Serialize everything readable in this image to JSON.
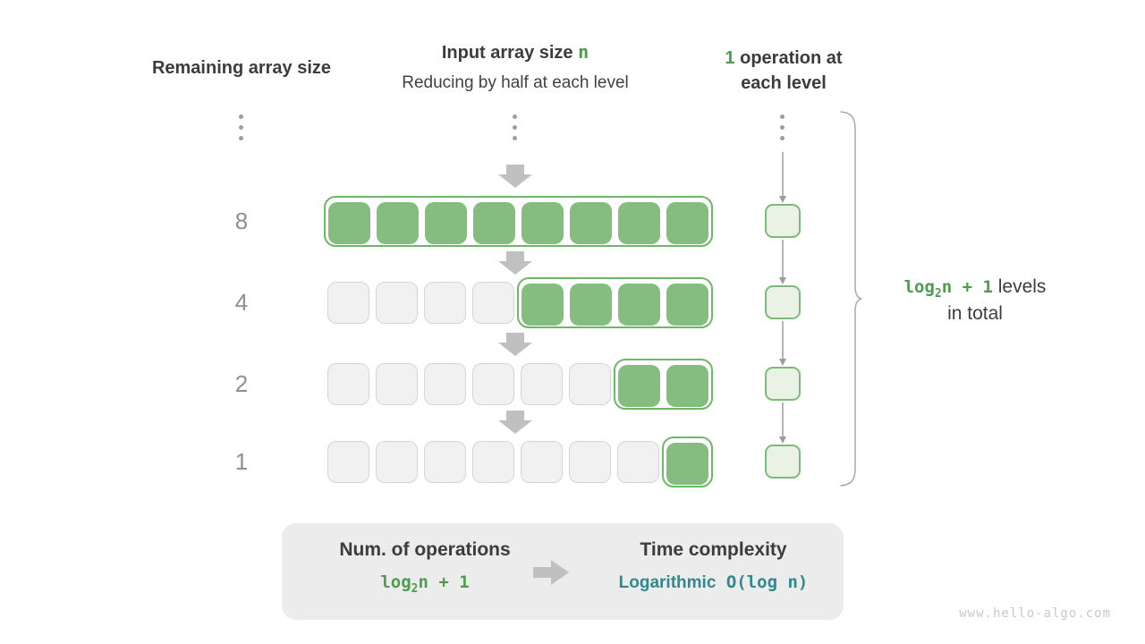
{
  "headers": {
    "left": "Remaining array size",
    "center_line1_prefix": "Input array size ",
    "center_line1_n": "n",
    "center_line2": "Reducing by half at each level",
    "right_num": "1",
    "right_line1_rest": " operation at",
    "right_line2": "each level"
  },
  "rows": [
    {
      "label": "8",
      "total": 8,
      "active": 8
    },
    {
      "label": "4",
      "total": 8,
      "active": 4
    },
    {
      "label": "2",
      "total": 8,
      "active": 2
    },
    {
      "label": "1",
      "total": 8,
      "active": 1
    }
  ],
  "brace_label": {
    "formula_prefix": "log",
    "formula_sub": "2",
    "formula_suffix": "n + 1",
    "rest_line1": "  levels",
    "line2": "in total"
  },
  "summary": {
    "left_title": "Num. of operations",
    "left_formula_prefix": "log",
    "left_formula_sub": "2",
    "left_formula_suffix": "n + 1",
    "right_title": "Time complexity",
    "right_value_word": "Logarithmic",
    "right_value_big_o": " O(log n)"
  },
  "watermark": "www.hello-algo.com",
  "icons": {
    "down_arrow": "down-arrow-icon",
    "right_arrow": "right-arrow-icon",
    "ellipsis": "vertical-ellipsis-icon",
    "brace": "curly-brace-icon"
  },
  "colors": {
    "green_fill": "#85bd80",
    "green_border": "#6db865",
    "green_text": "#4f9c51",
    "teal_text": "#2e8a8d",
    "gray_cell": "#f1f1f1",
    "gray_cell_border": "#d5d5d5",
    "arrow_gray": "#c0c0c0",
    "line_gray": "#9c9c9c",
    "text_dark": "#3c3c3c",
    "text_gray": "#8f8f8f",
    "panel_bg": "#ececec",
    "op_box_fill": "#e9f2e5",
    "op_box_border": "#7db977",
    "watermark": "#c9c9c9"
  }
}
